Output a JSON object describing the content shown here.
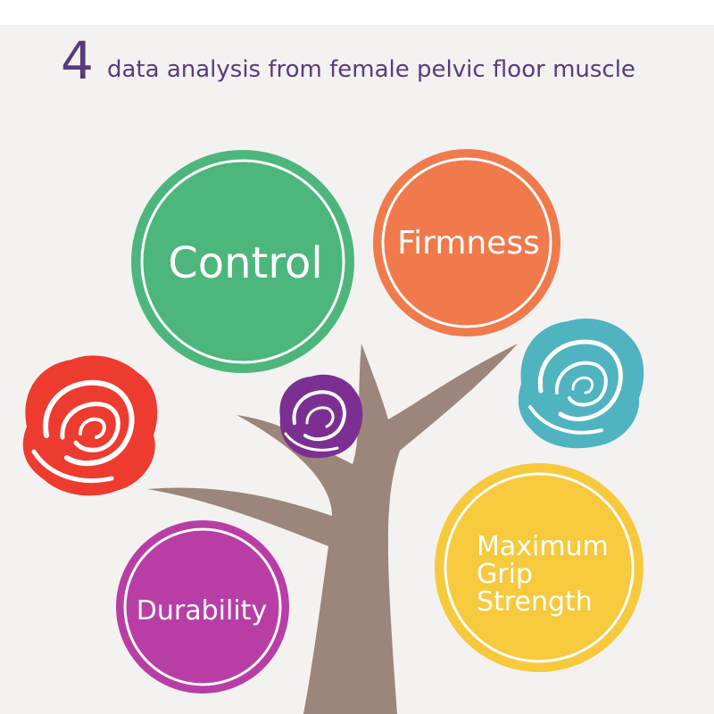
{
  "title": {
    "number": "4",
    "text": "data analysis from female pelvic floor muscle"
  },
  "circles": {
    "control": {
      "label": "Control",
      "color": "#4cb67c"
    },
    "firmness": {
      "label": "Firmness",
      "color": "#f07a4c"
    },
    "durability": {
      "label": "Durability",
      "color": "#b83ea6"
    },
    "grip": {
      "label": "Maximum Grip Strength",
      "color": "#f7c93c"
    }
  },
  "colors": {
    "trunk": "#9c857a",
    "title": "#5b3a7d",
    "rose_red": "#ee3b2f",
    "rose_purple": "#7c2f92",
    "rose_teal": "#4fb3c0"
  },
  "icons": [
    "red-rose-icon",
    "purple-rose-icon",
    "teal-rose-icon"
  ]
}
